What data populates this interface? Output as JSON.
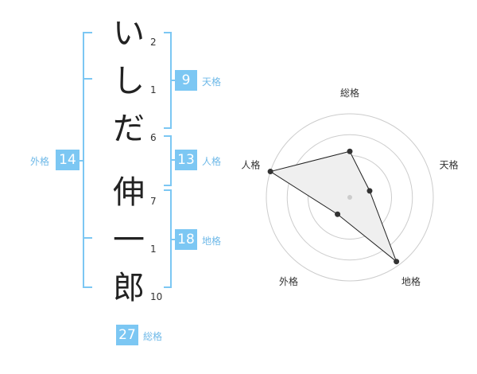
{
  "name": {
    "chars": [
      "い",
      "し",
      "だ",
      "伸",
      "一",
      "郎"
    ],
    "strokes": [
      "2",
      "1",
      "6",
      "7",
      "1",
      "10"
    ]
  },
  "kaku": {
    "tenkaku": {
      "value": "9",
      "label": "天格"
    },
    "jinkaku": {
      "value": "13",
      "label": "人格"
    },
    "chikaku": {
      "value": "18",
      "label": "地格"
    },
    "gaikaku": {
      "value": "14",
      "label": "外格"
    },
    "soukaku": {
      "value": "27",
      "label": "総格"
    }
  },
  "chart_data": {
    "type": "radar",
    "axes": [
      "総格",
      "天格",
      "地格",
      "外格",
      "人格"
    ],
    "values": [
      0.55,
      0.25,
      0.95,
      0.25,
      1.0
    ],
    "rings": 4,
    "colors": {
      "ring": "#cccccc",
      "fill": "#efefef",
      "line": "#222222",
      "point": "#333333"
    }
  },
  "colors": {
    "accent": "#7cc7f3"
  }
}
